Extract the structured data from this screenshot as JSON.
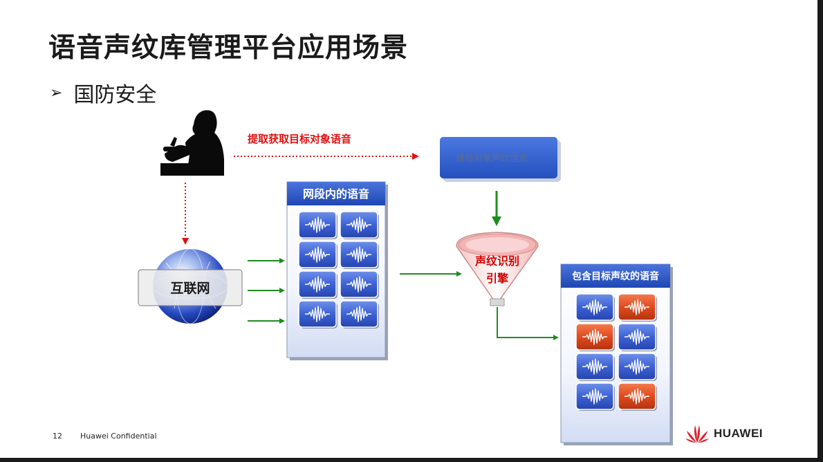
{
  "slide": {
    "title": "语音声纹库管理平台应用场景",
    "bullet": "国防安全",
    "page_number": "12",
    "footer_text": "Huawei Confidential",
    "brand": "HUAWEI"
  },
  "diagram": {
    "extract_label": "提取获取目标对象语音",
    "target_box_label": "目标对象声纹信息",
    "internet_label": "互联网",
    "segment_panel_title": "网段内的语音",
    "engine_label_line1": "声纹识别",
    "engine_label_line2": "引擎",
    "result_panel_title": "包含目标声纹的语音",
    "segment_tiles": [
      "blue",
      "blue",
      "blue",
      "blue",
      "blue",
      "blue",
      "blue",
      "blue"
    ],
    "result_tiles": [
      "blue",
      "red",
      "red",
      "blue",
      "blue",
      "blue",
      "blue",
      "red"
    ]
  },
  "colors": {
    "panel_header": "#2b56c4",
    "tile_blue": "#3d62d6",
    "tile_red": "#e04a1f",
    "arrow_green": "#1e8c1e",
    "arrow_red": "#e01010",
    "engine_text": "#d40000",
    "brand_red": "#e0202a"
  }
}
